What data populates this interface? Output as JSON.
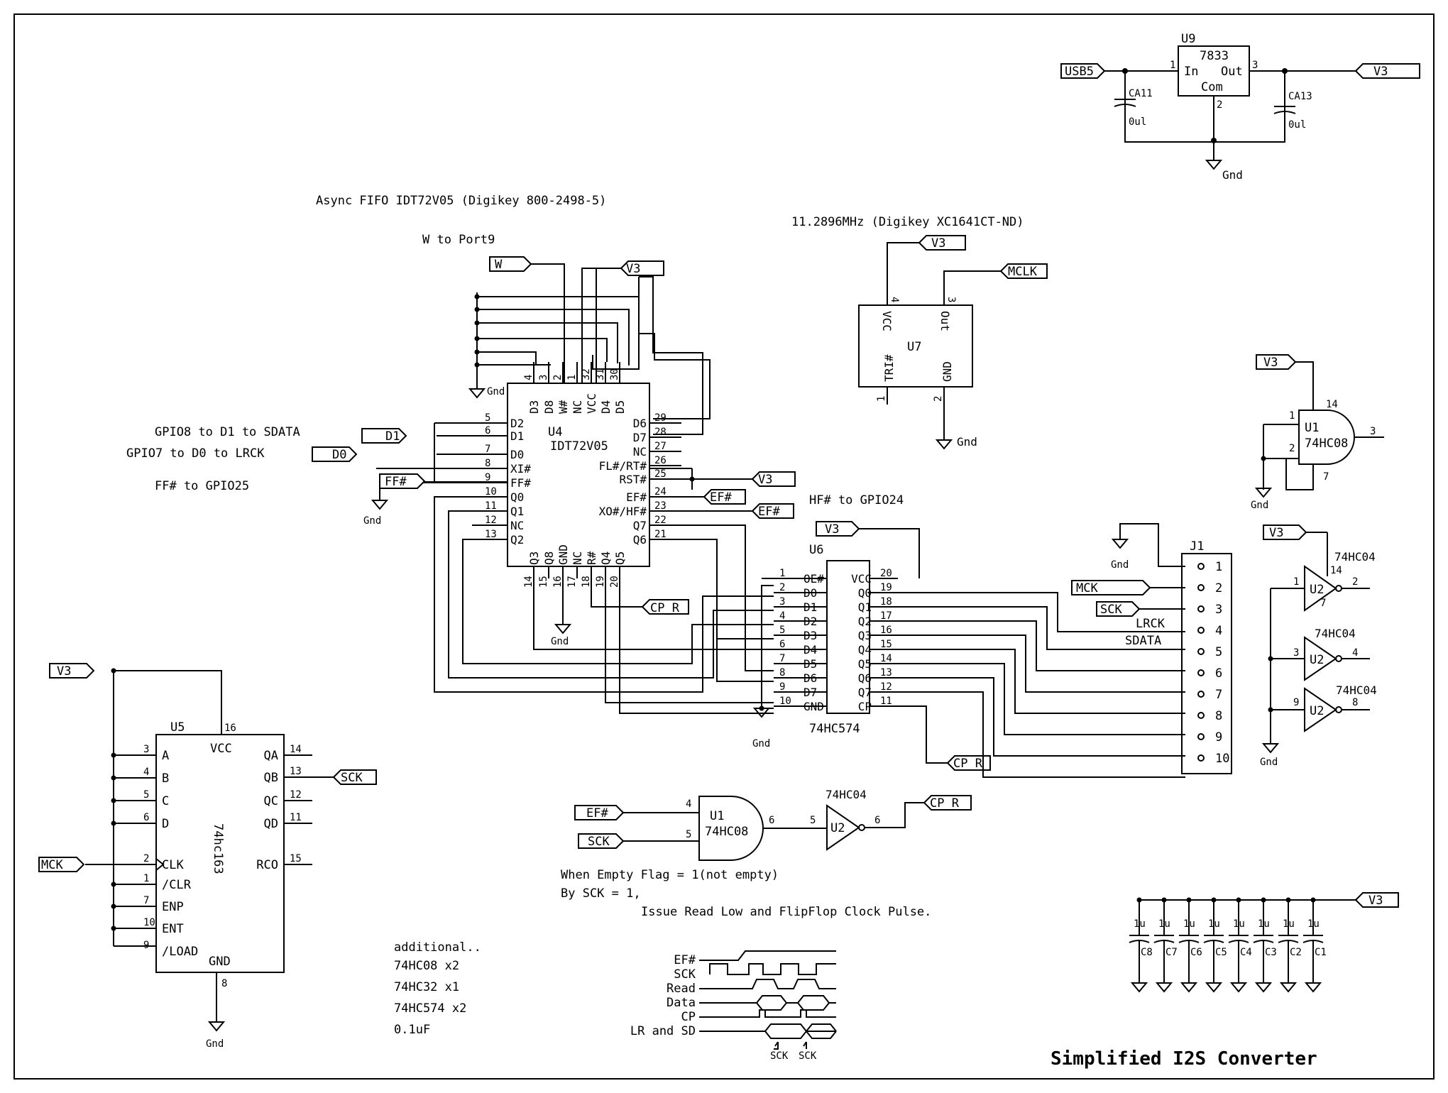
{
  "title": "Simplified I2S Converter",
  "notes": {
    "fifo": "Async FIFO IDT72V05 (Digikey 800-2498-5)",
    "osc": "11.2896MHz (Digikey XC1641CT-ND)",
    "w_port": "W to Port9",
    "gpio8": "GPIO8 to D1 to SDATA",
    "gpio7": "GPIO7 to D0 to LRCK",
    "ff": "FF# to GPIO25",
    "hf": "HF# to GPIO24",
    "empty1": "When Empty Flag = 1(not empty)",
    "empty2": "By SCK = 1,",
    "empty3": "Issue Read Low and FlipFlop Clock Pulse.",
    "additional": "additional..",
    "add1": "74HC08 x2",
    "add2": "74HC32 x1",
    "add3": "74HC574 x2",
    "add4": "0.1uF"
  },
  "nets": {
    "v3": "V3",
    "usb5": "USB5",
    "gnd": "Gnd",
    "w": "W",
    "d1": "D1",
    "d0": "D0",
    "ff": "FF#",
    "ef": "EF#",
    "hf": "EF#",
    "cpr": "CP_R",
    "mclk": "MCLK",
    "mck": "MCK",
    "sck": "SCK",
    "lrck": "LRCK",
    "sdata": "SDATA"
  },
  "u9": {
    "ref": "U9",
    "part": "7833",
    "in": "In",
    "out": "Out",
    "com": "Com",
    "p1": "1",
    "p2": "2",
    "p3": "3",
    "cap1": "CA11",
    "cap1v": "0ul",
    "cap2": "CA13",
    "cap2v": "0ul"
  },
  "u7": {
    "ref": "U7",
    "vcc": "VCC",
    "out": "Out",
    "tri": "TRI#",
    "gnd": "GND",
    "p4": "4",
    "p3": "3",
    "p1": "1",
    "p2": "2"
  },
  "u4": {
    "ref": "U4",
    "part": "IDT72V05",
    "top": [
      {
        "p": "4",
        "n": "D3"
      },
      {
        "p": "3",
        "n": "D8"
      },
      {
        "p": "2",
        "n": "W#"
      },
      {
        "p": "1",
        "n": "NC"
      },
      {
        "p": "32",
        "n": "VCC"
      },
      {
        "p": "31",
        "n": "D4"
      },
      {
        "p": "30",
        "n": "D5"
      }
    ],
    "left": [
      {
        "p": "5",
        "n": "D2"
      },
      {
        "p": "6",
        "n": "D1"
      },
      {
        "p": "7",
        "n": "D0"
      },
      {
        "p": "8",
        "n": "XI#"
      },
      {
        "p": "9",
        "n": "FF#"
      },
      {
        "p": "10",
        "n": "Q0"
      },
      {
        "p": "11",
        "n": "Q1"
      },
      {
        "p": "12",
        "n": "NC"
      },
      {
        "p": "13",
        "n": "Q2"
      }
    ],
    "right": [
      {
        "p": "29",
        "n": "D6"
      },
      {
        "p": "28",
        "n": "D7"
      },
      {
        "p": "27",
        "n": "NC"
      },
      {
        "p": "26",
        "n": "FL#/RT#"
      },
      {
        "p": "25",
        "n": "RST#"
      },
      {
        "p": "24",
        "n": "EF#"
      },
      {
        "p": "23",
        "n": "XO#/HF#"
      },
      {
        "p": "22",
        "n": "Q7"
      },
      {
        "p": "21",
        "n": "Q6"
      }
    ],
    "bottom": [
      {
        "p": "14",
        "n": "Q3"
      },
      {
        "p": "15",
        "n": "Q8"
      },
      {
        "p": "16",
        "n": "GND"
      },
      {
        "p": "17",
        "n": "NC"
      },
      {
        "p": "18",
        "n": "R#"
      },
      {
        "p": "19",
        "n": "Q4"
      },
      {
        "p": "20",
        "n": "Q5"
      }
    ]
  },
  "u6": {
    "ref": "U6",
    "part": "74HC574",
    "left": [
      {
        "p": "1",
        "n": "OE#"
      },
      {
        "p": "2",
        "n": "D0"
      },
      {
        "p": "3",
        "n": "D1"
      },
      {
        "p": "4",
        "n": "D2"
      },
      {
        "p": "5",
        "n": "D3"
      },
      {
        "p": "6",
        "n": "D4"
      },
      {
        "p": "7",
        "n": "D5"
      },
      {
        "p": "8",
        "n": "D6"
      },
      {
        "p": "9",
        "n": "D7"
      },
      {
        "p": "10",
        "n": "GND"
      }
    ],
    "right": [
      {
        "p": "20",
        "n": "VCC"
      },
      {
        "p": "19",
        "n": "Q0"
      },
      {
        "p": "18",
        "n": "Q1"
      },
      {
        "p": "17",
        "n": "Q2"
      },
      {
        "p": "16",
        "n": "Q3"
      },
      {
        "p": "15",
        "n": "Q4"
      },
      {
        "p": "14",
        "n": "Q5"
      },
      {
        "p": "13",
        "n": "Q6"
      },
      {
        "p": "12",
        "n": "Q7"
      },
      {
        "p": "11",
        "n": "CP"
      }
    ]
  },
  "u5": {
    "ref": "U5",
    "part": "74hc163",
    "vcc": "VCC",
    "gnd": "GND",
    "p16": "16",
    "p8": "8",
    "left": [
      {
        "p": "3",
        "n": "A"
      },
      {
        "p": "4",
        "n": "B"
      },
      {
        "p": "5",
        "n": "C"
      },
      {
        "p": "6",
        "n": "D"
      },
      {
        "p": "2",
        "n": "CLK"
      },
      {
        "p": "1",
        "n": "/CLR"
      },
      {
        "p": "7",
        "n": "ENP"
      },
      {
        "p": "10",
        "n": "ENT"
      },
      {
        "p": "9",
        "n": "/LOAD"
      }
    ],
    "right": [
      {
        "p": "14",
        "n": "QA"
      },
      {
        "p": "13",
        "n": "QB"
      },
      {
        "p": "12",
        "n": "QC"
      },
      {
        "p": "11",
        "n": "QD"
      },
      {
        "p": "15",
        "n": "RCO"
      }
    ]
  },
  "j1": {
    "ref": "J1",
    "pins": [
      "1",
      "2",
      "3",
      "4",
      "5",
      "6",
      "7",
      "8",
      "9",
      "10"
    ]
  },
  "gates": {
    "u1a": {
      "ref": "U1",
      "part": "74HC08",
      "in1": "1",
      "in2": "2",
      "out": "3",
      "vcc": "14",
      "gnd": "7"
    },
    "u1b": {
      "ref": "U1",
      "part": "74HC08",
      "in1": "4",
      "in2": "5",
      "out": "6"
    },
    "u2b": {
      "ref": "U2",
      "part": "74HC04",
      "in": "5",
      "out": "6"
    },
    "u2a": {
      "ref": "U2",
      "part": "74HC04",
      "in": "1",
      "out": "2",
      "vcc": "14",
      "gnd": "7"
    },
    "u2c": {
      "ref": "U2",
      "part": "74HC04",
      "in": "3",
      "out": "4"
    },
    "u2d": {
      "ref": "U2",
      "part": "74HC04",
      "in": "9",
      "out": "8"
    }
  },
  "caps": {
    "values": [
      "1u",
      "1u",
      "1u",
      "1u",
      "1u",
      "1u",
      "1u",
      "1u"
    ],
    "refs": [
      "C8",
      "C7",
      "C6",
      "C5",
      "C4",
      "C3",
      "C2",
      "C1"
    ]
  },
  "timing": {
    "signals": [
      "EF#",
      "SCK",
      "Read",
      "Data",
      "CP",
      "LR and SD"
    ],
    "marker": "SCK"
  }
}
